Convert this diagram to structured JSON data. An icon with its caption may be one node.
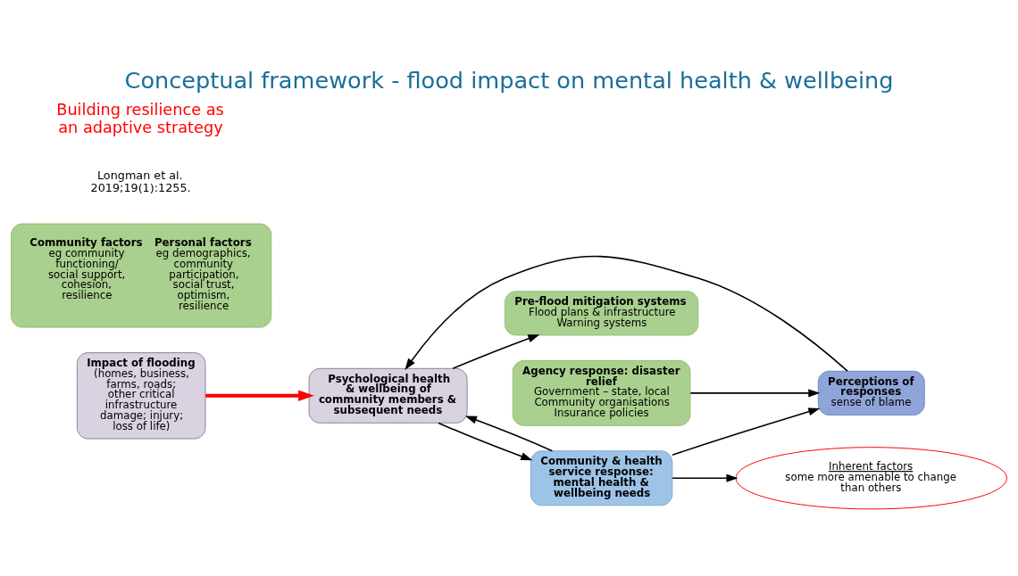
{
  "diagram": {
    "title": "Conceptual framework - flood impact on mental health & wellbeing",
    "nodes": [
      {
        "text": [
          "Impact of flooding",
          "(homes, business, farms, roads; other critical infrastructure damage; injury; loss of life)"
        ]
      },
      {
        "text": [
          "Pre-flood mitigation systems",
          "Flood plans & infrastructure",
          "Warning systems"
        ]
      },
      {
        "text": [
          "Agency response: disaster relief",
          "Government – state, local",
          "Community organisations",
          "Insurance policies"
        ]
      },
      {
        "text": [
          "Community factors",
          "eg community functioning/ social support, cohesion, resilience",
          "Personal factors",
          "eg demographics, community participation, social trust, optimism, resilience"
        ]
      },
      {
        "text": [
          "Perceptions of responses",
          "sense of blame"
        ]
      },
      {
        "text": [
          "Psychological health & wellbeing of community members & subsequent needs"
        ]
      },
      {
        "text": [
          "Community & health service response: mental health & wellbeing needs"
        ]
      },
      {
        "text": [
          "Inherent factors",
          "some more amenable to change than others"
        ]
      }
    ],
    "edges": [
      {
        "from": 0,
        "to": 5,
        "arrow": "to",
        "style": "thick",
        "color": "#ff0000"
      },
      {
        "from": 5,
        "to": 1,
        "arrow": "to"
      },
      {
        "from": 2,
        "to": 4,
        "arrow": "to"
      },
      {
        "from": 4,
        "to": 5,
        "arrow": "to"
      },
      {
        "from": 6,
        "to": 5,
        "arrow": "to"
      },
      {
        "from": 5,
        "to": 6,
        "arrow": "to"
      },
      {
        "from": 6,
        "to": 4,
        "arrow": "to"
      },
      {
        "from": 6,
        "to": 7,
        "arrow": "to"
      }
    ],
    "labels": [
      "Longman et al. 2019;19(1):1255.",
      "Building resilience as an adaptive strategy"
    ]
  }
}
